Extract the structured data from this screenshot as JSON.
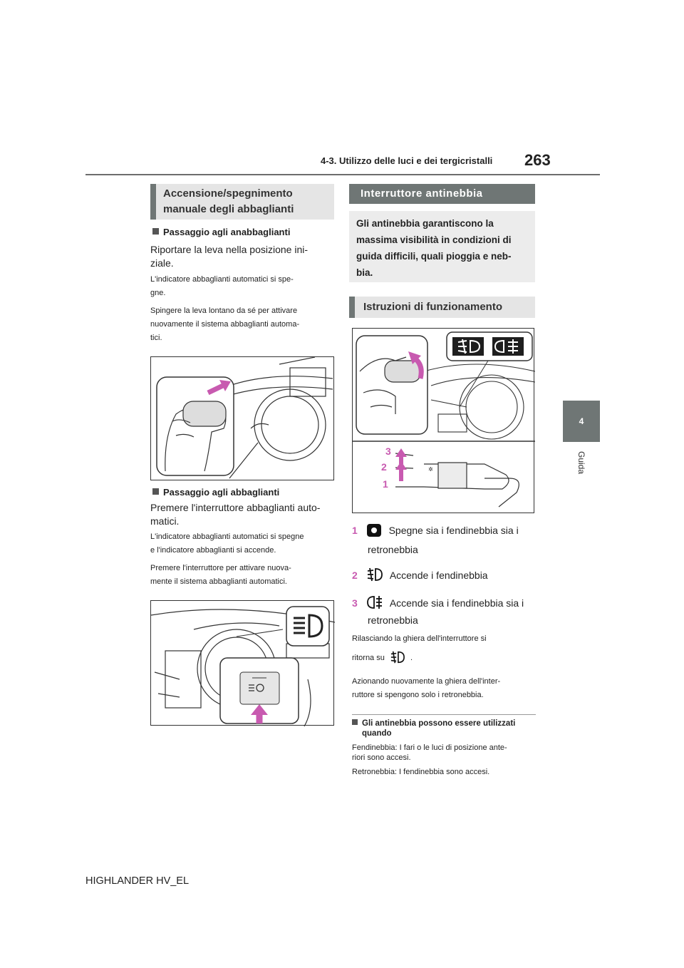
{
  "header": {
    "section": "4-3. Utilizzo delle luci e dei tergicristalli",
    "page": "263"
  },
  "side": {
    "tab": "4",
    "label": "Guida"
  },
  "left": {
    "heading": "Accensione/spegnimento manuale degli abbaglianti",
    "sub1": {
      "title": "Passaggio agli anabbaglianti",
      "main": [
        "Riportare la leva nella posizione ini-",
        "ziale."
      ],
      "notes": [
        "L'indicatore abbaglianti automatici si spe-",
        "gne.",
        "Spingere la leva lontano da sé per attivare",
        "nuovamente il sistema abbaglianti automa-",
        "tici."
      ]
    },
    "sub2": {
      "title": "Passaggio agli abbaglianti",
      "main": [
        "Premere l'interruttore abbaglianti auto-",
        "matici."
      ],
      "notes": [
        "L'indicatore abbaglianti automatici si spegne",
        "e l'indicatore abbaglianti si accende.",
        "Premere l'interruttore per attivare nuova-",
        "mente il sistema abbaglianti automatici."
      ]
    }
  },
  "right": {
    "heading": "Interruttore antinebbia",
    "intro": [
      "Gli antinebbia garantiscono la",
      "massima visibilità in condizioni di",
      "guida difficili, quali pioggia e neb-",
      "bia."
    ],
    "heading2": "Istruzioni di funzionamento",
    "figure_labels": [
      "3",
      "2",
      "1"
    ],
    "items": [
      {
        "num": "1",
        "text": "Spegne sia i fendinebbia sia i",
        "cont": "retronebbia",
        "icon": "off-icon"
      },
      {
        "num": "2",
        "text": "Accende i fendinebbia",
        "icon": "front-fog-icon"
      },
      {
        "num": "3",
        "text": "Accende sia i fendinebbia sia i",
        "cont": "retronebbia",
        "icon": "rear-fog-icon"
      }
    ],
    "notes": [
      "Rilasciando la ghiera dell'interruttore si",
      "ritorna su",
      ".",
      "Azionando nuovamente la ghiera dell'inter-",
      "ruttore si spengono solo i retronebbia."
    ],
    "info": {
      "title_lines": [
        "Gli antinebbia possono essere utilizzati",
        "quando"
      ],
      "lines": [
        "Fendinebbia: I fari o le luci di posizione ante-",
        "riori sono accesi.",
        "Retronebbia: I fendinebbia sono accesi."
      ]
    }
  },
  "colors": {
    "accent": "#c85ab0",
    "heading_gray": "#6f7675",
    "box_gray": "#ececec"
  },
  "footer": "HIGHLANDER HV_EL"
}
